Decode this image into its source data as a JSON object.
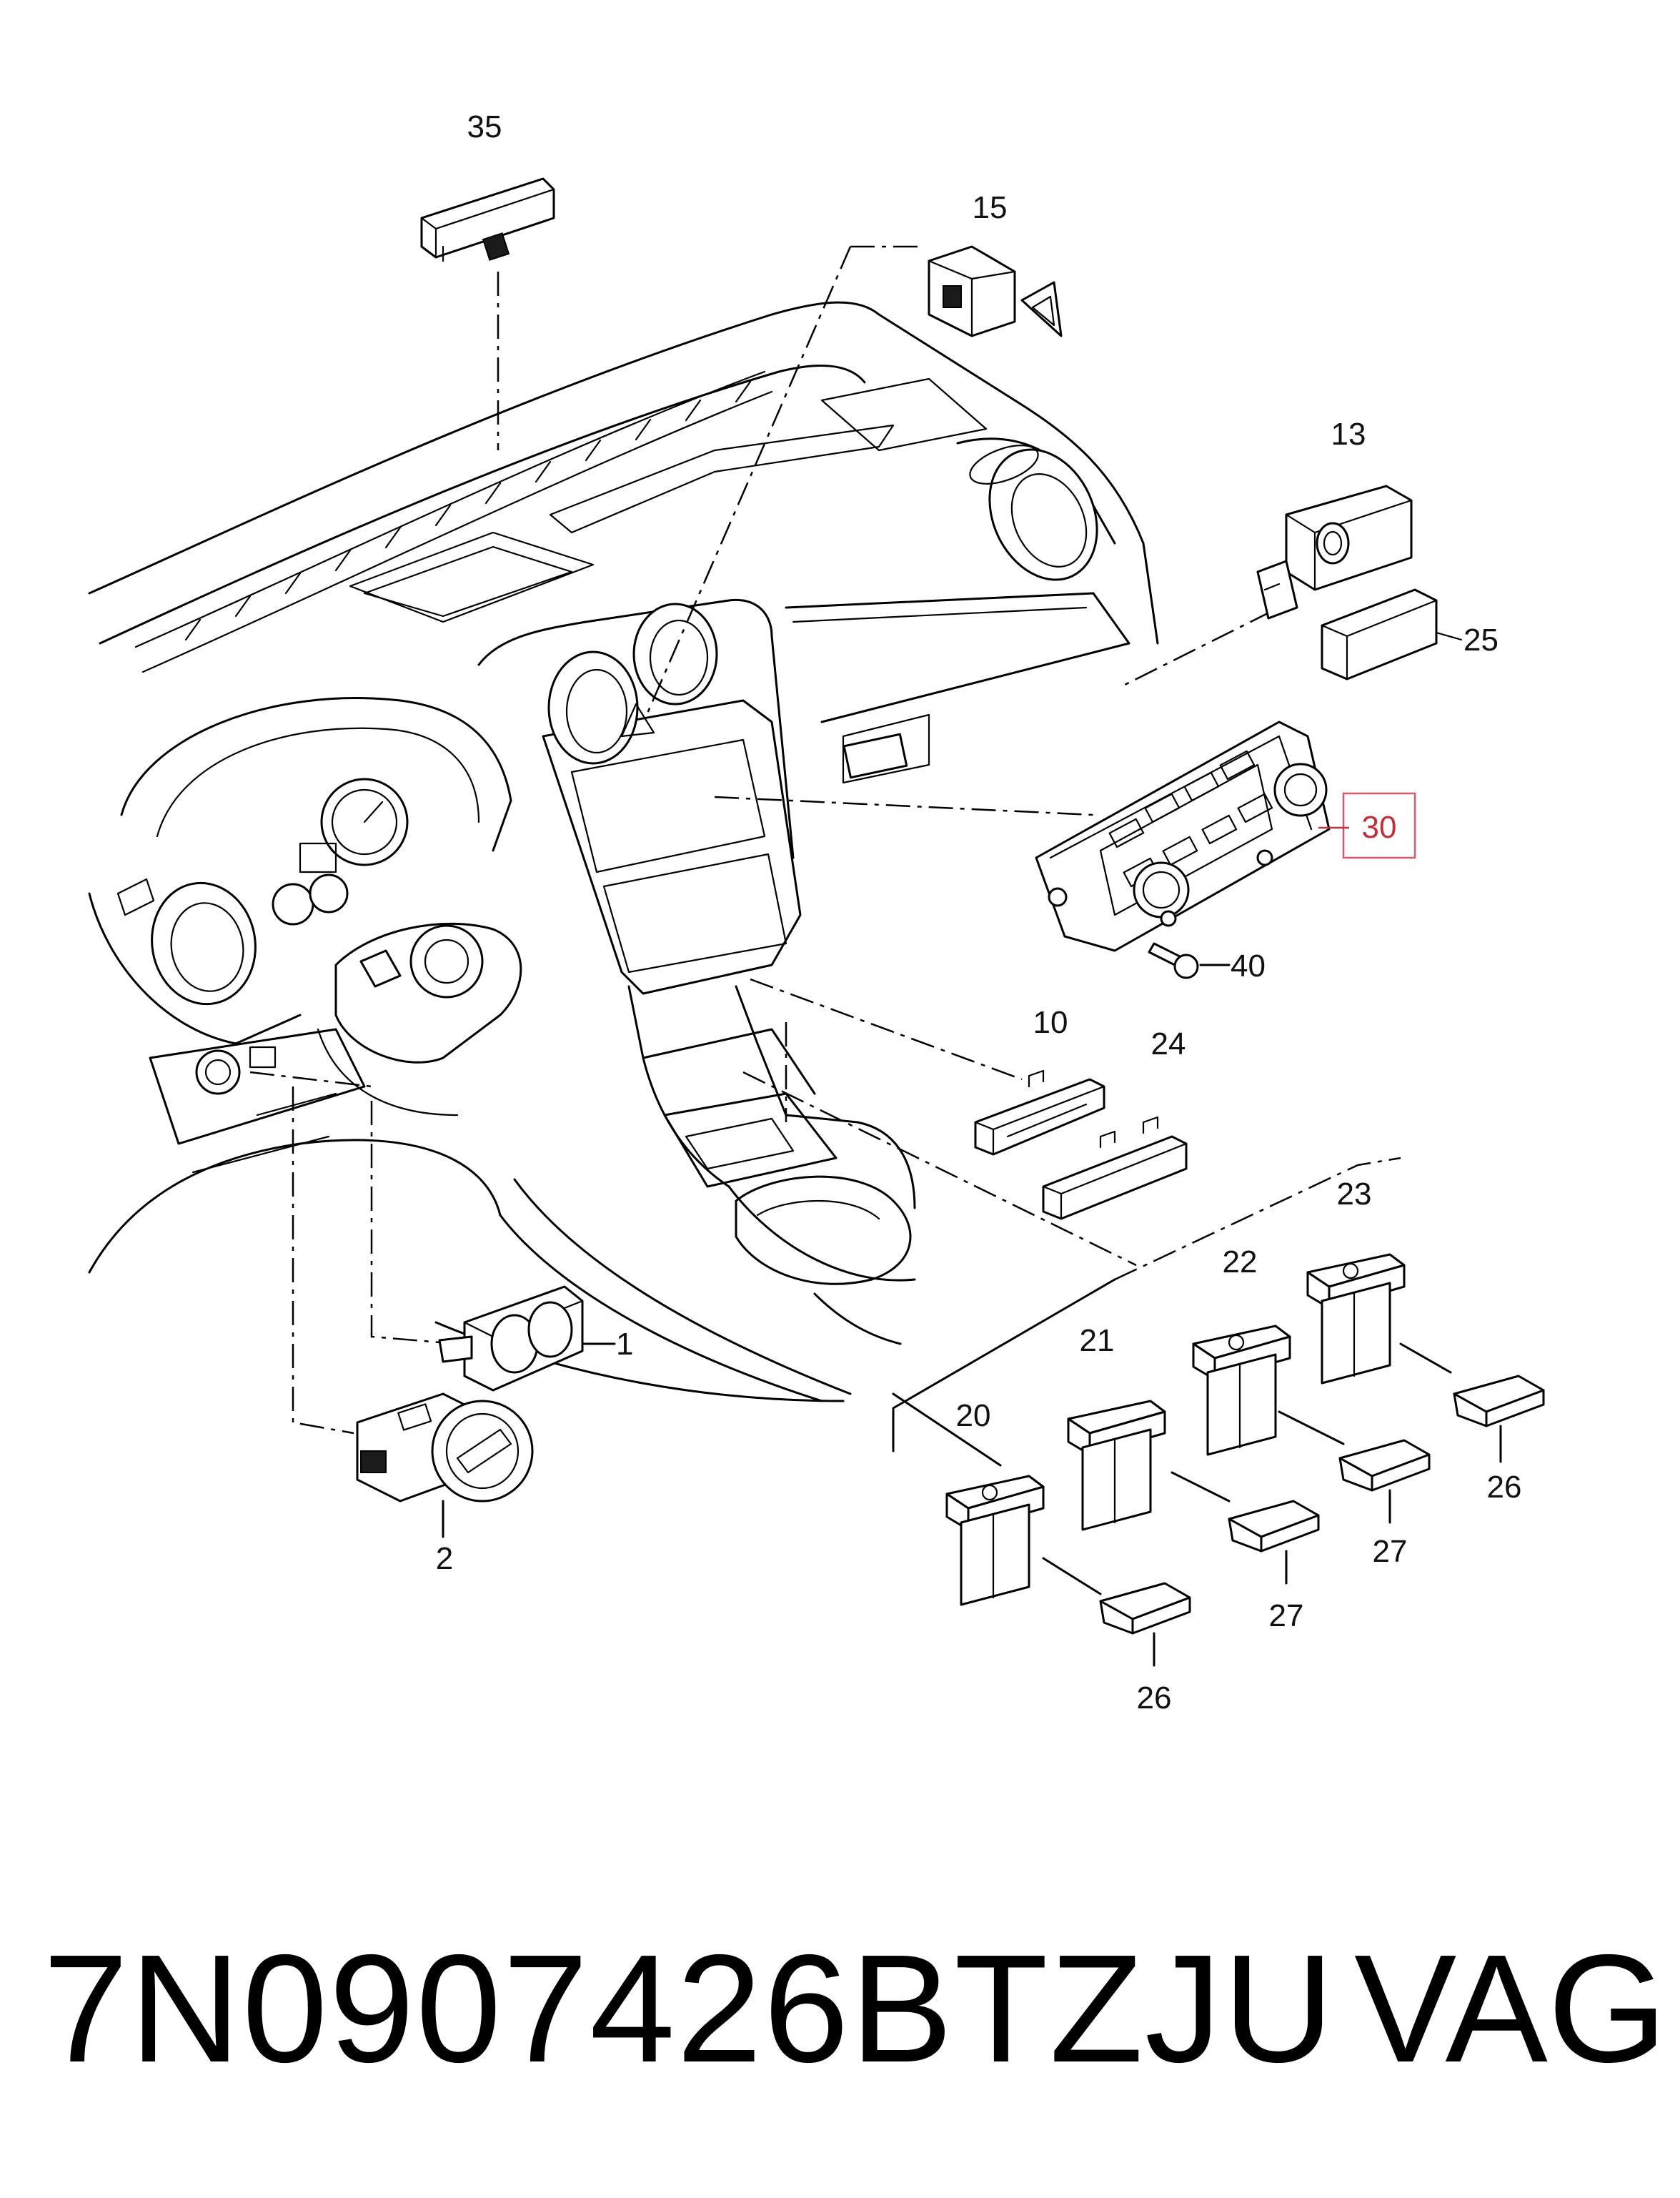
{
  "callouts": {
    "c35": "35",
    "c15": "15",
    "c13": "13",
    "c25": "25",
    "c30": "30",
    "c40": "40",
    "c10": "10",
    "c24": "24",
    "c23": "23",
    "c22": "22",
    "c21": "21",
    "c20": "20",
    "c1": "1",
    "c2": "2",
    "c26a": "26",
    "c26b": "26",
    "c27a": "27",
    "c27b": "27"
  },
  "highlight_color": "#c0303a",
  "footer": {
    "part_number": "7N0907426BTZJU",
    "brand": "VAG"
  }
}
